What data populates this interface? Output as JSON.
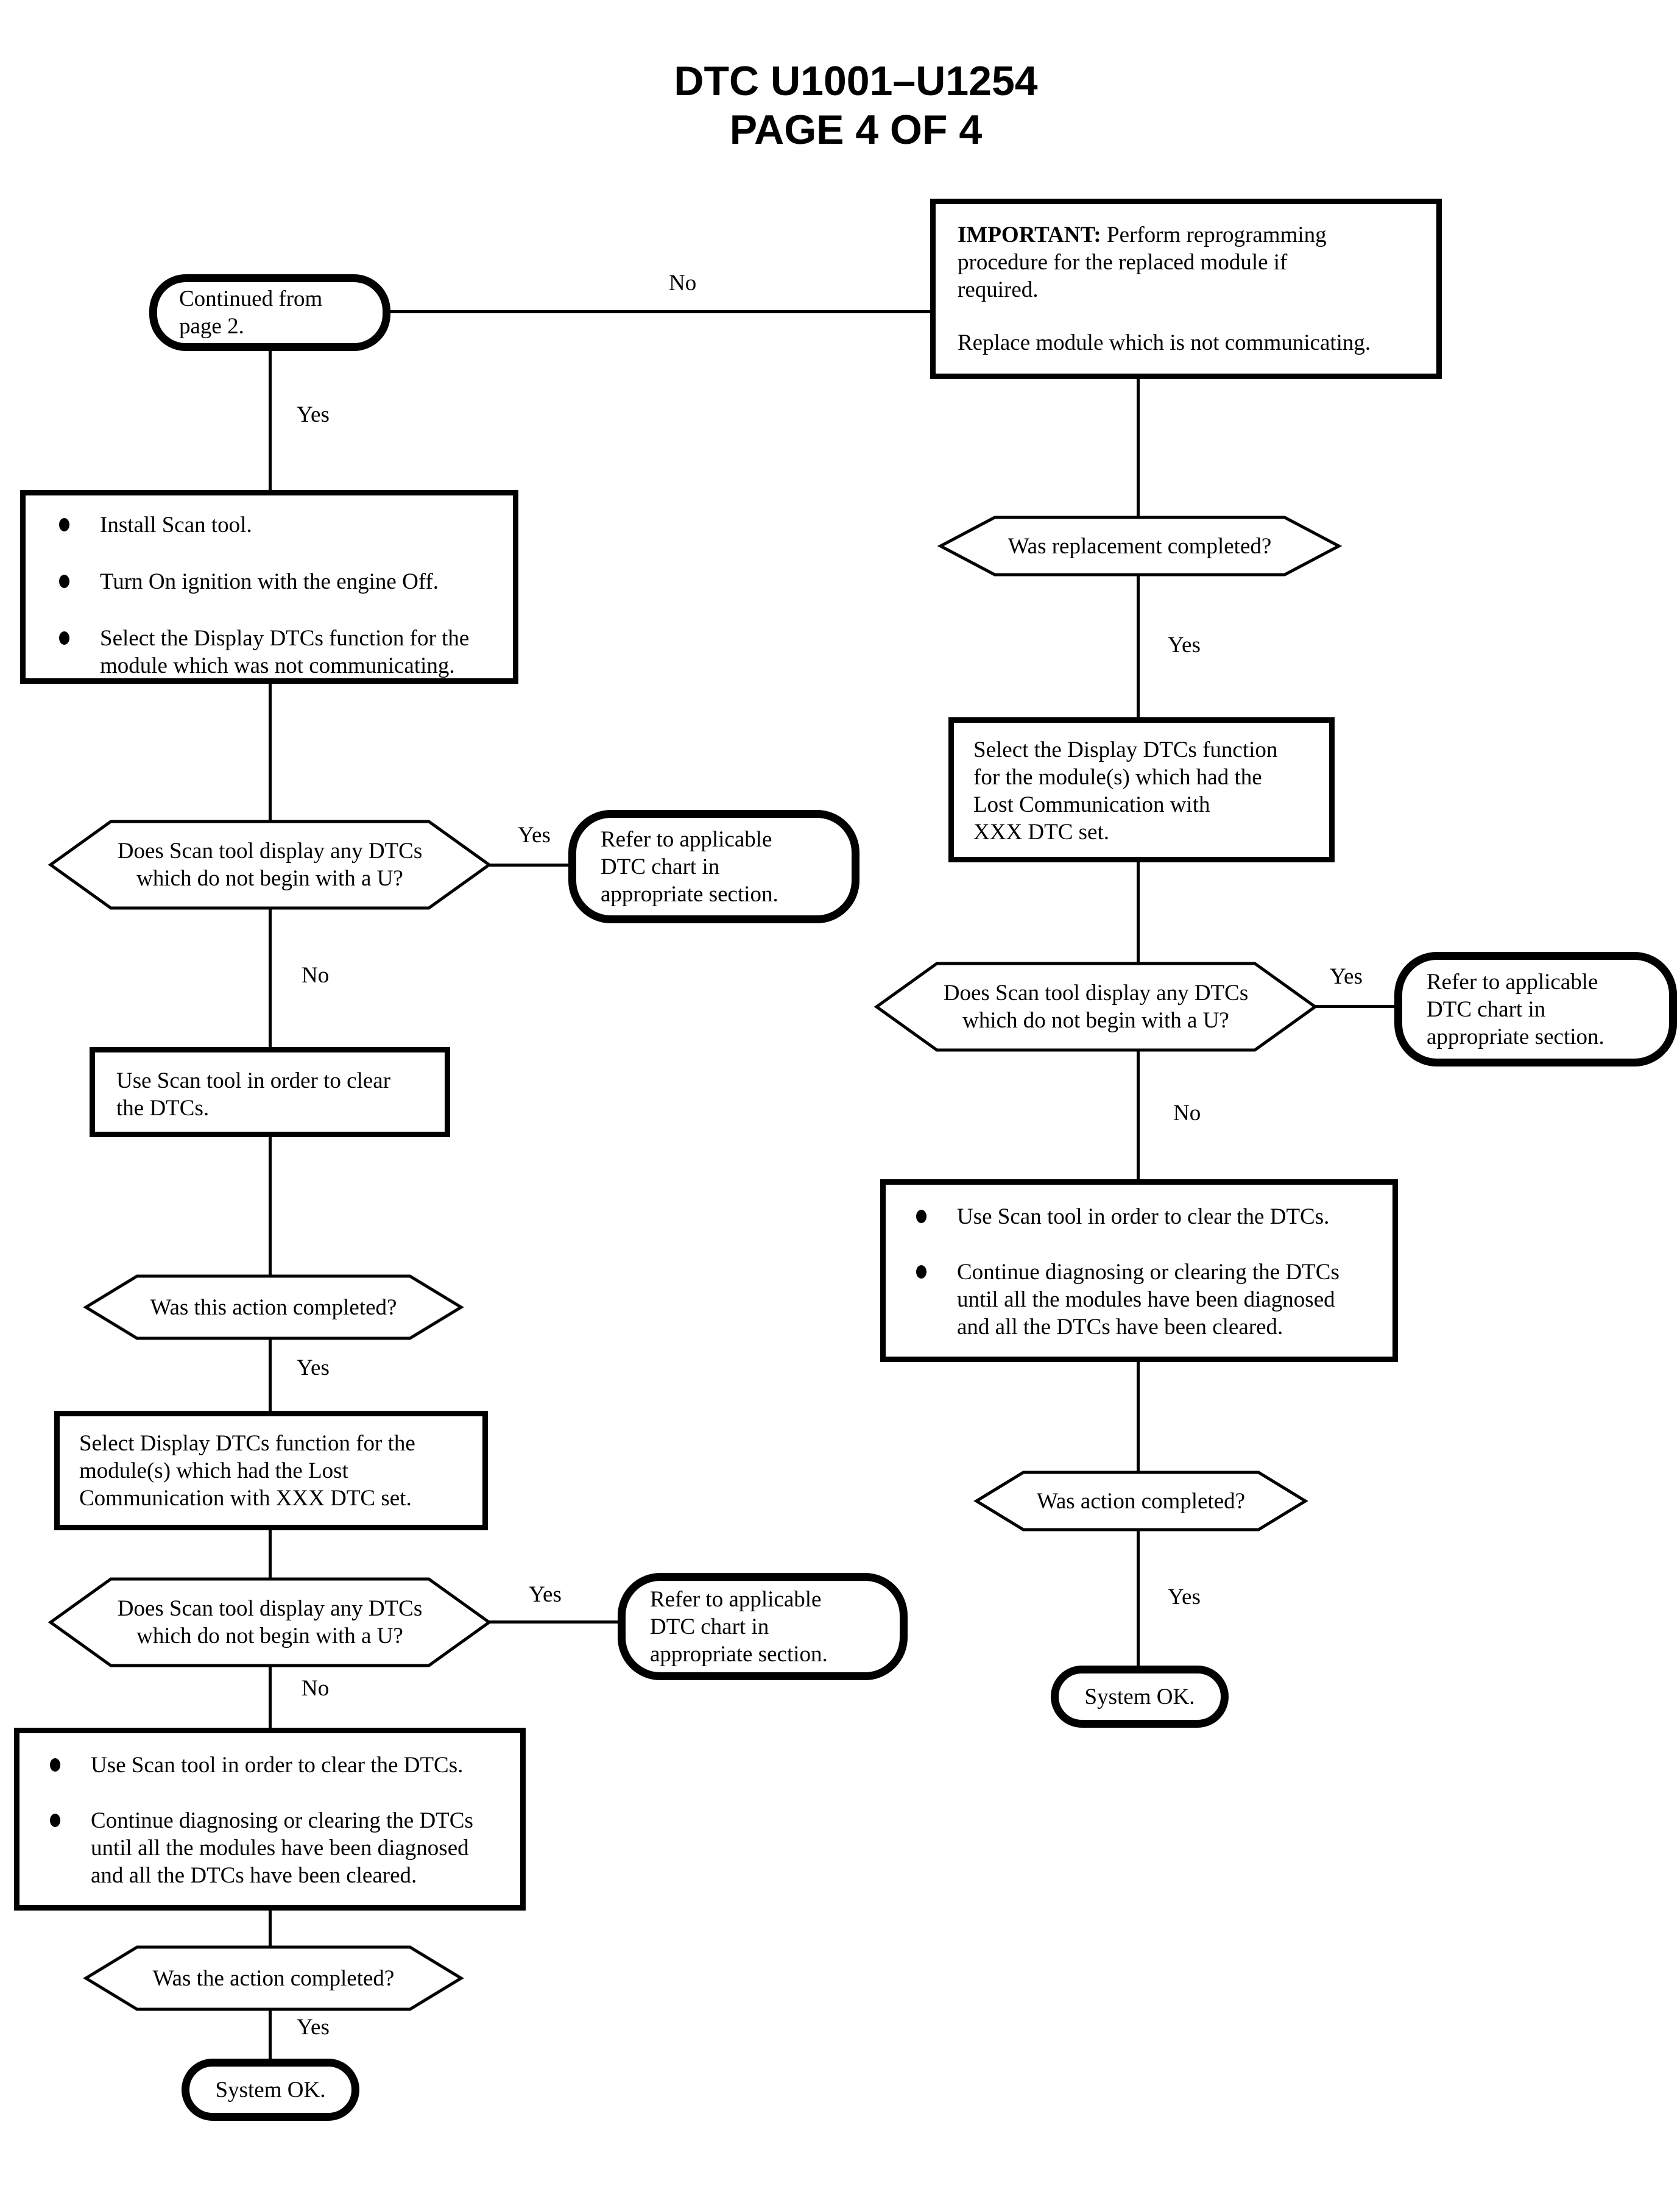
{
  "title": {
    "line1": "DTC U1001–U1254",
    "line2": "PAGE 4 OF 4"
  },
  "labels": {
    "yes": "Yes",
    "no": "No"
  },
  "nodes": {
    "continued_from": "Continued from\npage 2.",
    "important": {
      "prefix": "IMPORTANT:",
      "body": "Perform reprogramming\nprocedure for the replaced module if\nrequired.",
      "body2": "Replace module which is not communicating."
    },
    "was_replacement": "Was replacement completed?",
    "select_display_right": "Select the Display DTCs function\nfor the module(s) which had the\nLost Communication with\nXXX DTC set.",
    "decision_right": "Does Scan tool display any DTCs\nwhich do not begin with a U?",
    "refer_right": "Refer to applicable\nDTC chart in\nappropriate section.",
    "clear_continue_right": {
      "items": [
        "Use Scan tool in order to clear the DTCs.",
        "Continue diagnosing or clearing the DTCs\nuntil all the modules have been diagnosed\nand all the DTCs have been cleared."
      ]
    },
    "was_action_right": "Was action completed?",
    "system_ok_right": "System OK.",
    "install": {
      "items": [
        "Install Scan tool.",
        "Turn On ignition with the engine Off.",
        "Select the Display DTCs function for the\nmodule which was not communicating."
      ]
    },
    "decision_left1": "Does Scan tool display any DTCs\nwhich do not begin with a U?",
    "refer_left1": "Refer to applicable\nDTC chart in\nappropriate section.",
    "clear_dtcs": "Use Scan tool in order to clear\nthe DTCs.",
    "was_this_action": "Was this action completed?",
    "select_display_left": "Select Display DTCs function for the\nmodule(s) which had the Lost\nCommunication with XXX DTC set.",
    "decision_left2": "Does Scan tool display any DTCs\nwhich do not begin with a U?",
    "refer_left2": "Refer to applicable\nDTC chart in\nappropriate section.",
    "clear_continue_left": {
      "items": [
        "Use Scan tool in order to clear the DTCs.",
        "Continue diagnosing or clearing the DTCs\nuntil all the modules have been diagnosed\nand all the DTCs have been cleared."
      ]
    },
    "was_the_action": "Was the action completed?",
    "system_ok_left": "System OK."
  }
}
